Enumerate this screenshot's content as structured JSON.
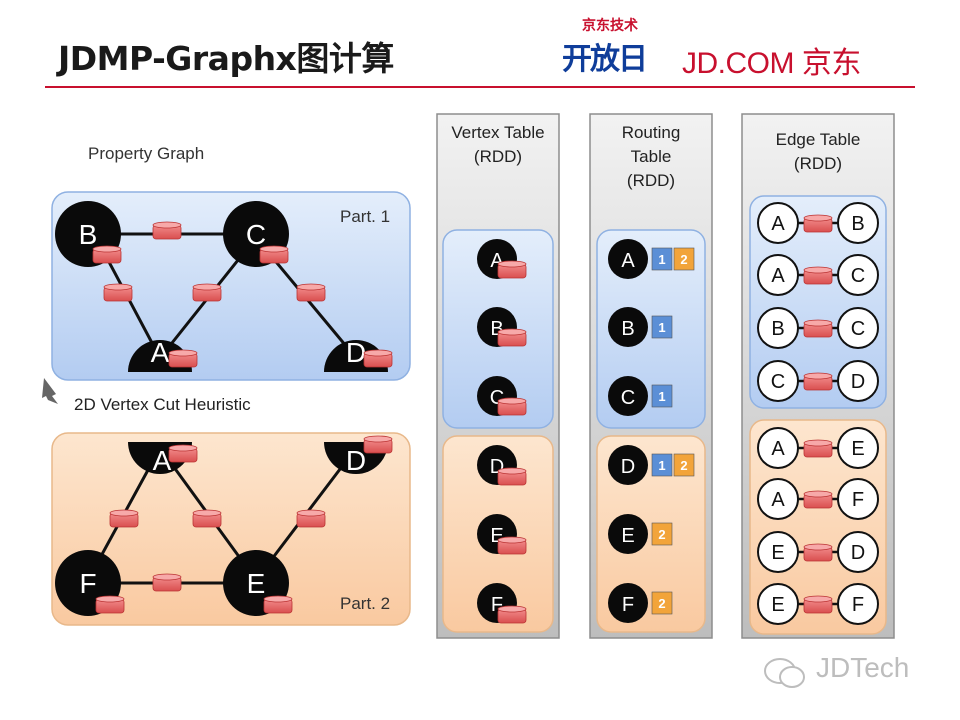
{
  "header": {
    "title": "JDMP-Graphx图计算",
    "logo_top": "京东技术",
    "logo_main": "开放日",
    "logo_brand": "JD.COM 京东"
  },
  "graph": {
    "label": "Property Graph",
    "heuristic": "2D Vertex Cut Heuristic",
    "part1_label": "Part. 1",
    "part2_label": "Part. 2",
    "part1_nodes": [
      "B",
      "C",
      "A",
      "D"
    ],
    "part2_nodes": [
      "A",
      "D",
      "F",
      "E"
    ]
  },
  "tables": {
    "vertex": {
      "title_l1": "Vertex Table",
      "title_l2": "(RDD)",
      "group1": [
        "A",
        "B",
        "C"
      ],
      "group2": [
        "D",
        "E",
        "F"
      ]
    },
    "routing": {
      "title_l1": "Routing",
      "title_l2": "Table",
      "title_l3": "(RDD)",
      "rows": [
        {
          "v": "A",
          "parts": [
            "1",
            "2"
          ]
        },
        {
          "v": "B",
          "parts": [
            "1"
          ]
        },
        {
          "v": "C",
          "parts": [
            "1"
          ]
        },
        {
          "v": "D",
          "parts": [
            "1",
            "2"
          ]
        },
        {
          "v": "E",
          "parts": [
            "2"
          ]
        },
        {
          "v": "F",
          "parts": [
            "2"
          ]
        }
      ]
    },
    "edge": {
      "title_l1": "Edge Table",
      "title_l2": "(RDD)",
      "group1": [
        [
          "A",
          "B"
        ],
        [
          "A",
          "C"
        ],
        [
          "B",
          "C"
        ],
        [
          "C",
          "D"
        ]
      ],
      "group2": [
        [
          "A",
          "E"
        ],
        [
          "A",
          "F"
        ],
        [
          "E",
          "D"
        ],
        [
          "E",
          "F"
        ]
      ]
    }
  },
  "watermark": "JDTech",
  "colors": {
    "blue_panel": "#c9ddf7",
    "orange_panel": "#fbd9b9",
    "edge_cyl": "#e86a6a",
    "part1_badge": "#5b8fd6",
    "part2_badge": "#f2a43a",
    "accent": "#c8102e"
  }
}
